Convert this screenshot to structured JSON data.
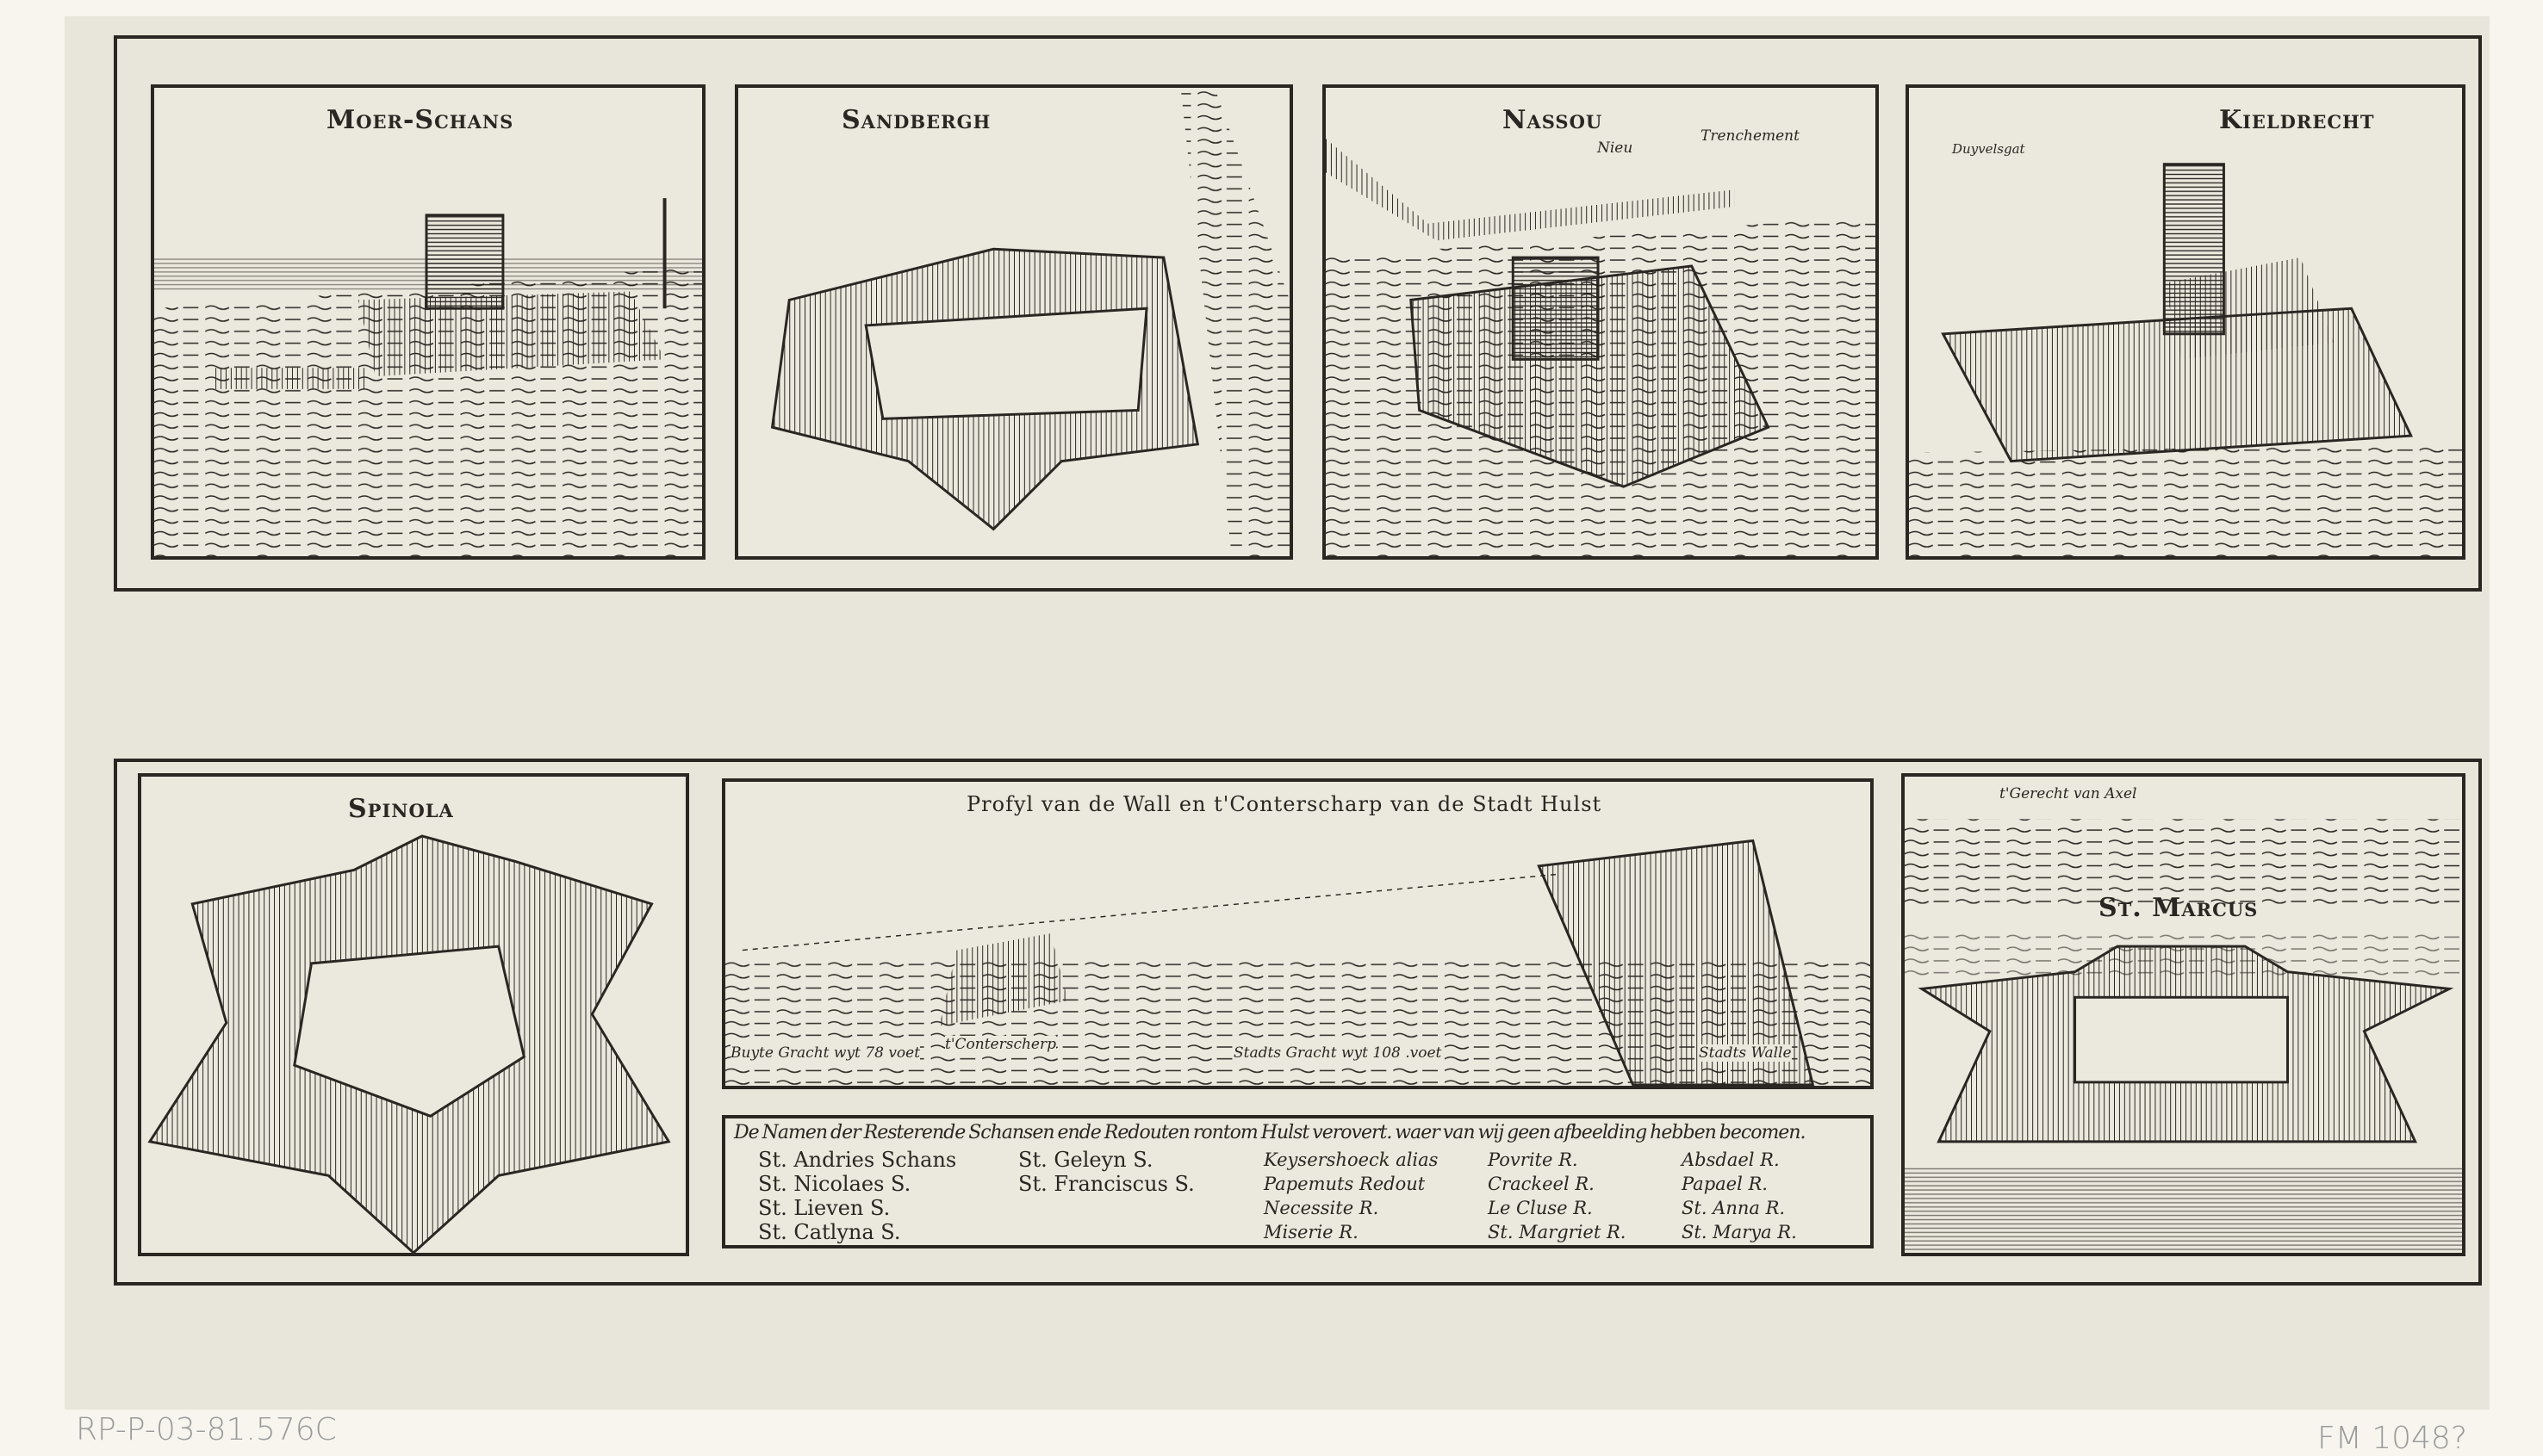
{
  "panels": {
    "moer_schans": {
      "title": "Moer-Schans"
    },
    "sandbergh": {
      "title": "Sandbergh"
    },
    "nassou": {
      "title": "Nassou",
      "label_nieu": "Nieu",
      "label_trenchement": "Trenchement"
    },
    "kieldrecht": {
      "title": "Kieldrecht",
      "label_duyvelsgat": "Duyvelsgat"
    },
    "spinola": {
      "title": "Spinola"
    },
    "profyl": {
      "title": "Profyl van de Wall en t'Conterscharp van de Stadt Hulst",
      "labels": [
        "Buyte Gracht wyt 78 voet",
        "t'Conterscherp",
        "Stadts Gracht wyt 108 .voet",
        "Stadts Walle"
      ]
    },
    "st_marcus": {
      "title": "St. Marcus",
      "label_axel": "t'Gerecht van Axel"
    }
  },
  "legend": {
    "heading": "De Namen der Resterende Schansen ende Redouten rontom Hulst verovert. waer van wij geen afbeelding hebben becomen.",
    "col1": [
      "St. Andries Schans",
      "St. Nicolaes S.",
      "St. Lieven S.",
      "St. Catlyna S."
    ],
    "col2": [
      "St. Geleyn S.",
      "St. Franciscus S."
    ],
    "col3": [
      "Keysershoeck alias",
      "Papemuts Redout",
      "Necessite R.",
      "Miserie R."
    ],
    "col4": [
      "Povrite R.",
      "Crackeel R.",
      "Le Cluse R.",
      "St. Margriet R."
    ],
    "col5": [
      "Absdael R.",
      "Papael R.",
      "St. Anna R.",
      "St. Marya R."
    ]
  },
  "annotations": {
    "inventory": "RP-P-03-81.576C",
    "pencil_note": "FM 1048?"
  },
  "colors": {
    "ink": "#2a2622",
    "paper": "#e8e5da",
    "margin": "#f7f5ee"
  }
}
